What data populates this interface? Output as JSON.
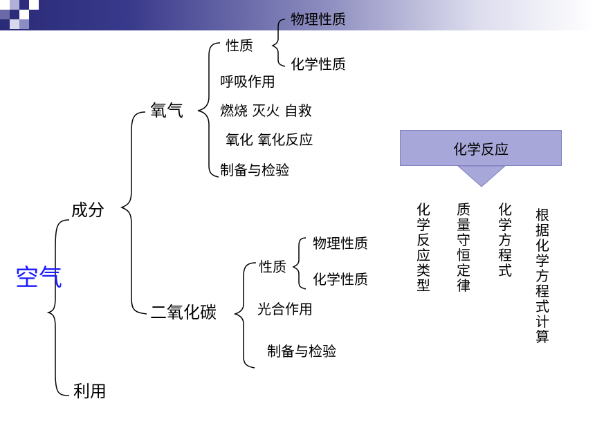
{
  "root": {
    "label": "空气"
  },
  "level1": {
    "composition": "成分",
    "use": "利用"
  },
  "oxygen": {
    "label": "氧气",
    "properties": {
      "label": "性质",
      "physical": "物理性质",
      "chemical": "化学性质"
    },
    "respiration": "呼吸作用",
    "combustion": "燃烧  灭火  自救",
    "oxidation": "氧化  氧化反应",
    "preparation": "制备与检验"
  },
  "co2": {
    "label": "二氧化碳",
    "properties": {
      "label": "性质",
      "physical": "物理性质",
      "chemical": "化学性质"
    },
    "photosynthesis": "光合作用",
    "preparation": "制备与检验"
  },
  "reaction": {
    "title": "化学反应",
    "columns": [
      "化学反应类型",
      "质量守恒定律",
      "化学方程式",
      "根据化学方程式计算"
    ]
  },
  "colors": {
    "root_text": "#1a1aff",
    "box_fill": "#a7a7d9",
    "arrow_fill": "#a7a7d9",
    "banner_dark": "#2a2a78"
  }
}
